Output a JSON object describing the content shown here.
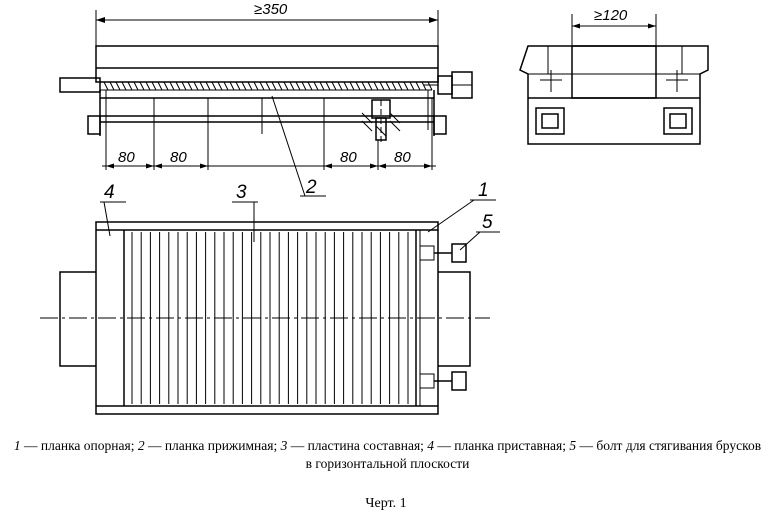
{
  "dimensions": {
    "top_width": "≥350",
    "side_width": "≥120",
    "spacing_1": "80",
    "spacing_2": "80",
    "spacing_3": "80",
    "spacing_4": "80"
  },
  "callouts": {
    "p1": "1",
    "p2": "2",
    "p3": "3",
    "p4": "4",
    "p5": "5"
  },
  "legend": {
    "items": [
      {
        "num": "1",
        "text": " — планка опорная; "
      },
      {
        "num": "2",
        "text": " — планка прижимная; "
      },
      {
        "num": "3",
        "text": " — пластина составная; "
      },
      {
        "num": "4",
        "text": " — планка приставная; "
      },
      {
        "num": "5",
        "text": " — болт для стягивания брусков в горизонтальной плоскости"
      }
    ]
  },
  "caption": "Черт. 1"
}
